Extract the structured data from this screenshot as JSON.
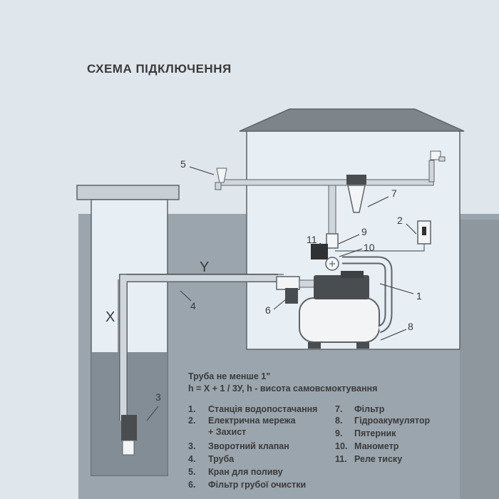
{
  "title": "СХЕМА ПІДКЛЮЧЕННЯ",
  "dimensions": {
    "x": "X",
    "y": "Y"
  },
  "callouts": [
    "1",
    "2",
    "3",
    "4",
    "5",
    "6",
    "7",
    "8",
    "9",
    "10",
    "11"
  ],
  "notes": {
    "line1": "Труба не менше 1\"",
    "line2": "h = X + 1 / 3У, h - висота самовсмоктування"
  },
  "legend_left": [
    {
      "num": "1.",
      "text": "Станція водопостачання"
    },
    {
      "num": "2.",
      "text": "Електрична мережа"
    },
    {
      "num": "",
      "text": "+ Захист"
    },
    {
      "num": "3.",
      "text": "Зворотний клапан"
    },
    {
      "num": "4.",
      "text": "Труба"
    },
    {
      "num": "5.",
      "text": "Кран для поливу"
    },
    {
      "num": "6.",
      "text": "Фільтр грубої очистки"
    }
  ],
  "legend_right": [
    {
      "num": "7.",
      "text": "Фільтр"
    },
    {
      "num": "8.",
      "text": "Гідроакумулятор"
    },
    {
      "num": "9.",
      "text": "Пятерник"
    },
    {
      "num": "10.",
      "text": "Манометр"
    },
    {
      "num": "11.",
      "text": "Реле тиску"
    }
  ],
  "colors": {
    "background": "#dfe6ec",
    "ground": "#9ba5ad",
    "building": "#e7eef4",
    "roof": "#7d858b",
    "water": "#838d95",
    "equipment": "#4a4d50",
    "pipe": "#cfd6dc"
  }
}
